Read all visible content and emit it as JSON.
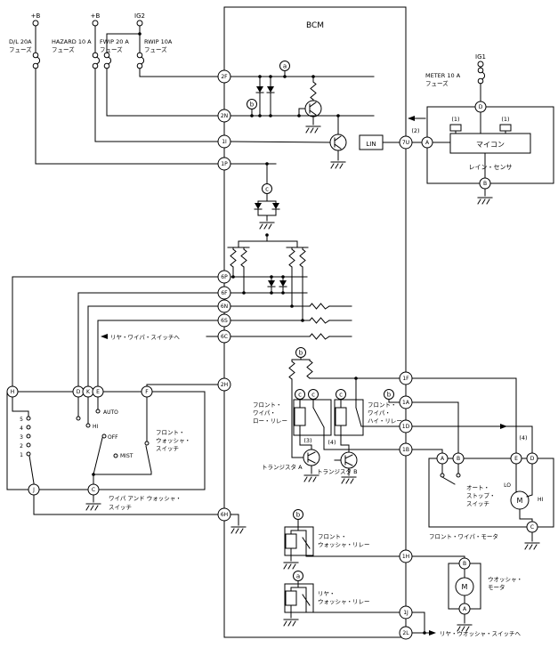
{
  "title": "BCM",
  "power": {
    "b1": "+B",
    "b2": "+B",
    "ig2": "IG2",
    "ig1": "IG1"
  },
  "fuses": {
    "dl1": "D/L 20A",
    "dl2": "フューズ",
    "hz1": "HAZARD 10 A",
    "hz2": "フューズ",
    "fw1": "FWIP 20 A",
    "fw2": "フューズ",
    "rw1": "RWIP 10A",
    "rw2": "フューズ",
    "mt1": "METER 10 A",
    "mt2": "フューズ"
  },
  "bcm_pins": {
    "f2": "2F",
    "n2": "2N",
    "i1": "1I",
    "p1": "1P",
    "p6": "6P",
    "f6": "6F",
    "n6": "6N",
    "s6": "6S",
    "c6": "6C",
    "h2": "2H",
    "h6": "6H",
    "u7": "7U",
    "f1": "1F",
    "a1": "1A",
    "d1": "1D",
    "b1": "1B",
    "h1": "1H",
    "j1": "1J",
    "l2": "2L"
  },
  "nets": {
    "a": "a",
    "b": "b",
    "c": "c"
  },
  "refs": {
    "r1": "(1)",
    "r2": "(2)",
    "r3": "(3)",
    "r4": "(4)"
  },
  "rain_sensor": {
    "lin": "LIN",
    "micon": "マイコン",
    "name": "レイン・センサ",
    "pd": "D",
    "pa": "A",
    "pb": "B"
  },
  "links": {
    "rear_wiper": "リヤ・ワイパ・スイッチへ",
    "rear_washer": "リヤ・ウオッシャ・スイッチへ"
  },
  "wiper_switch": {
    "ph": "H",
    "pd": "D",
    "pk": "K",
    "pe": "E",
    "pf": "F",
    "pj": "J",
    "pc": "C",
    "auto": "AUTO",
    "hi": "HI",
    "off": "OFF",
    "mist": "MIST",
    "contacts": [
      "5",
      "4",
      "3",
      "2",
      "1"
    ],
    "washer1": "フロント・",
    "washer2": "ウォッシャ・",
    "washer3": "スイッチ",
    "caption1": "ワイパ アンド ウォッシャ・",
    "caption2": "スイッチ"
  },
  "relays": {
    "low1": "フロント・",
    "low2": "ワイパ・",
    "low3": "ロー・リレー",
    "high1": "フロント・",
    "high2": "ワイパ・",
    "high3": "ハイ・リレー",
    "fwash1": "フロント・",
    "fwash2": "ウォッシャ・リレー",
    "rwash1": "リヤ・",
    "rwash2": "ウォッシャ・リレー"
  },
  "transistors": {
    "ta": "トランジスタ A",
    "tb": "トランジスタ B"
  },
  "wiper_motor": {
    "caption": "フロント・ワイパ・モータ",
    "as1": "オート・",
    "as2": "ストップ・",
    "as3": "スイッチ",
    "lo": "LO",
    "hi": "HI",
    "m": "M",
    "pa": "A",
    "pb": "B",
    "pe": "E",
    "pd": "D",
    "pc": "C"
  },
  "washer_motor": {
    "caption1": "ウオッシャ・",
    "caption2": "モータ",
    "m": "M",
    "pb": "B",
    "pa": "A"
  }
}
